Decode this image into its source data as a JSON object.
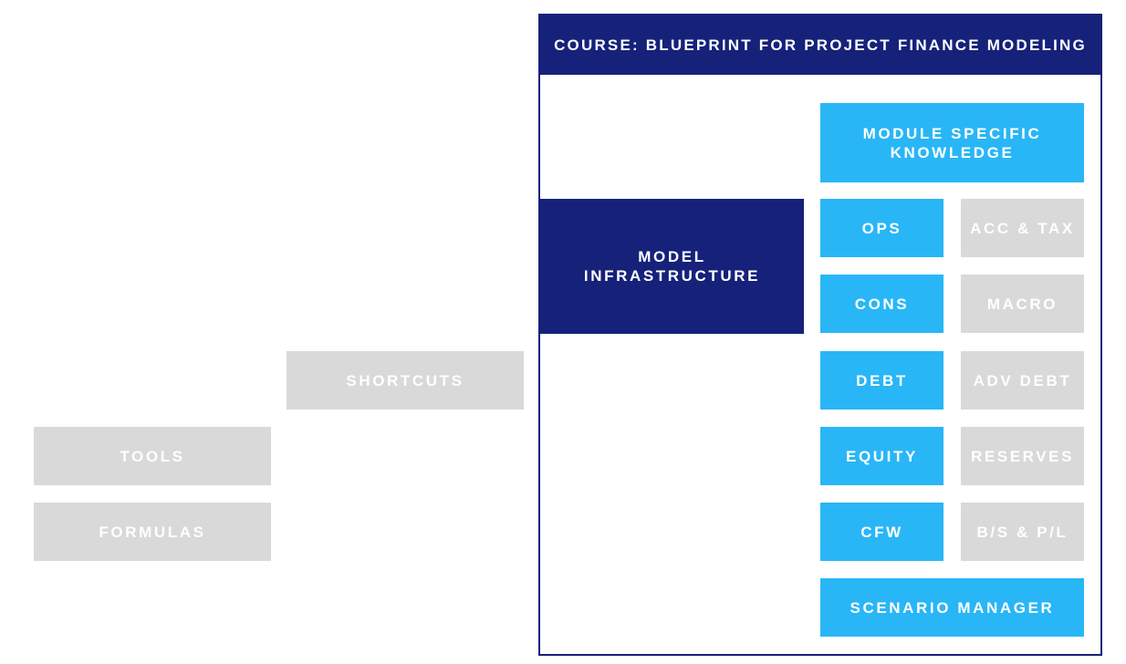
{
  "course": {
    "title": "COURSE: BLUEPRINT FOR PROJECT FINANCE MODELING"
  },
  "left_boxes": {
    "shortcuts": "SHORTCUTS",
    "tools": "TOOLS",
    "formulas": "FORMULAS"
  },
  "model_infrastructure": "MODEL\nINFRASTRUCTURE",
  "module_specific_knowledge": "MODULE SPECIFIC\nKNOWLEDGE",
  "modules": {
    "core": [
      "OPS",
      "CONS",
      "DEBT",
      "EQUITY",
      "CFW"
    ],
    "advanced": [
      "ACC & TAX",
      "MACRO",
      "ADV DEBT",
      "RESERVES",
      "B/S & P/L"
    ]
  },
  "scenario_manager": "SCENARIO MANAGER",
  "colors": {
    "dark_navy": "#16217a",
    "light_blue": "#29b6f6",
    "grey": "#d9d9d9",
    "text": "#ffffff"
  }
}
